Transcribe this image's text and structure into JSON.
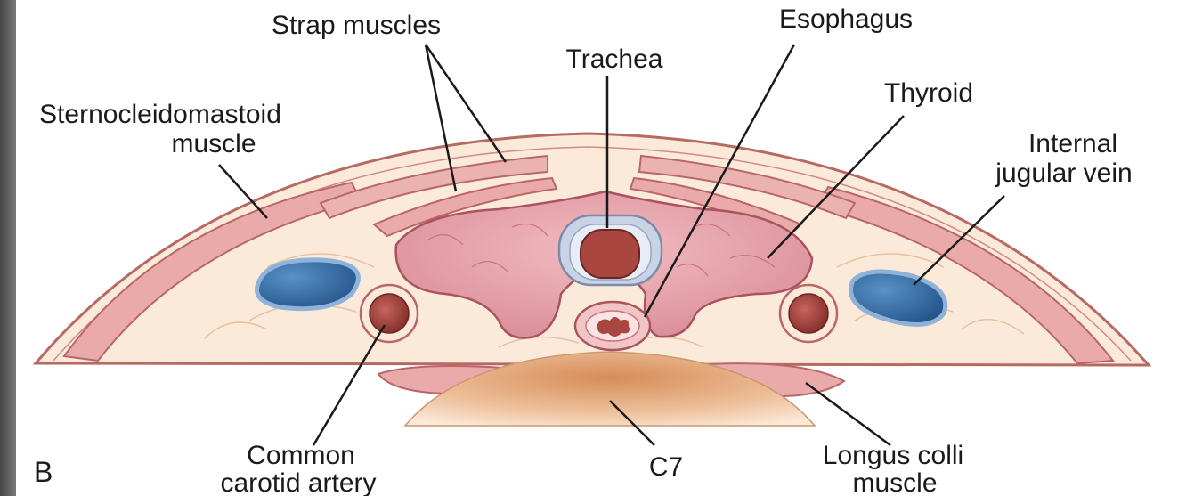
{
  "figure": {
    "panel_letter": "B",
    "labels": {
      "strap_muscles": "Strap muscles",
      "esophagus": "Esophagus",
      "trachea": "Trachea",
      "thyroid": "Thyroid",
      "sternocleidomastoid_line1": "Sternocleidomastoid",
      "sternocleidomastoid_line2": "muscle",
      "internal_jugular_line1": "Internal",
      "internal_jugular_line2": "jugular vein",
      "common_carotid_line1": "Common",
      "common_carotid_line2": "carotid artery",
      "c7": "C7",
      "longus_colli_line1": "Longus colli",
      "longus_colli_line2": "muscle"
    },
    "colors": {
      "muscle": "#e9aaa9",
      "thyroid": "#e8a4ae",
      "tissue": "#fbe9da",
      "vein": "#2d6aa5",
      "artery": "#9b3c37",
      "cartilage": "#c9d3e6",
      "vertebra": "#e2a678",
      "leader": "#1a1a1a"
    }
  }
}
